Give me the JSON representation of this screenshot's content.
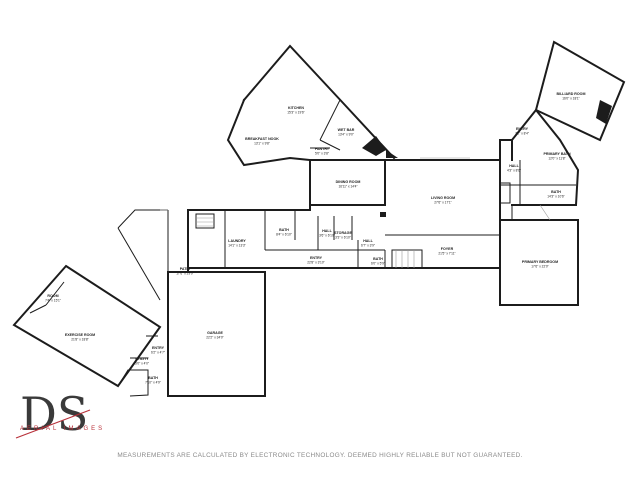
{
  "rooms": [
    {
      "id": "kitchen",
      "name": "KITCHEN",
      "dims": "15'3\" x 19'6\""
    },
    {
      "id": "breakfast",
      "name": "BREAKFAST NOOK",
      "dims": "13'1\" x 9'8\""
    },
    {
      "id": "wetbar",
      "name": "WET BAR",
      "dims": "13'4\" x 9'0\""
    },
    {
      "id": "pantry",
      "name": "PANTRY",
      "dims": "5'0\" x 3'8\""
    },
    {
      "id": "dining",
      "name": "DINING ROOM",
      "dims": "16'11\" x 14'4\""
    },
    {
      "id": "living",
      "name": "LIVING ROOM",
      "dims": "27'6\" x 17'1\""
    },
    {
      "id": "billiard",
      "name": "BILLIARD ROOM",
      "dims": "16'0\" x 18'1\""
    },
    {
      "id": "entry_ne",
      "name": "ENTRY",
      "dims": "7'2\" x 8'4\""
    },
    {
      "id": "pbath",
      "name": "PRIMARY BATH",
      "dims": "12'0\" x 11'8\""
    },
    {
      "id": "hall_e",
      "name": "HALL",
      "dims": "4'3\" x 8'6\""
    },
    {
      "id": "bath_e",
      "name": "BATH",
      "dims": "14'3\" x 10'6\""
    },
    {
      "id": "pbed",
      "name": "PRIMARY BEDROOM",
      "dims": "17'6\" x 22'0\""
    },
    {
      "id": "laundry",
      "name": "LAUNDRY",
      "dims": "14'1\" x 13'3\""
    },
    {
      "id": "bath_c",
      "name": "BATH",
      "dims": "8'4\" x 6'10\""
    },
    {
      "id": "hall_c",
      "name": "HALL",
      "dims": "3'6\" x 6'10\""
    },
    {
      "id": "storage",
      "name": "STORAGE",
      "dims": "3'3\" x 6'10\""
    },
    {
      "id": "hall_d",
      "name": "HALL",
      "dims": "6'7\" x 3'9\""
    },
    {
      "id": "entry_c",
      "name": "ENTRY",
      "dims": "22'8\" x 3'10\""
    },
    {
      "id": "bath_s",
      "name": "BATH",
      "dims": "6'0\" x 5'9\""
    },
    {
      "id": "foyer",
      "name": "FOYER",
      "dims": "21'5\" x 7'11\""
    },
    {
      "id": "patio",
      "name": "PATIO",
      "dims": "17'6\" x 29'9\""
    },
    {
      "id": "garage",
      "name": "GARAGE",
      "dims": "22'2\" x 34'0\""
    },
    {
      "id": "room_w",
      "name": "ROOM",
      "dims": "7'4\" x 15'1\""
    },
    {
      "id": "exercise",
      "name": "EXERCISE ROOM",
      "dims": "21'8\" x 18'8\""
    },
    {
      "id": "entry_w",
      "name": "ENTRY",
      "dims": "6'2\" x 4'7\""
    },
    {
      "id": "utility",
      "name": "UTILITY",
      "dims": "5'0\" x 4'0\""
    },
    {
      "id": "bath_w",
      "name": "BATH",
      "dims": "7'10\" x 4'9\""
    }
  ],
  "logo": {
    "letters": "DS",
    "sub": "AERIAL IMAGES"
  },
  "disclaimer": "MEASUREMENTS ARE CALCULATED BY ELECTRONIC TECHNOLOGY. DEEMED HIGHLY RELIABLE BUT NOT GUARANTEED."
}
